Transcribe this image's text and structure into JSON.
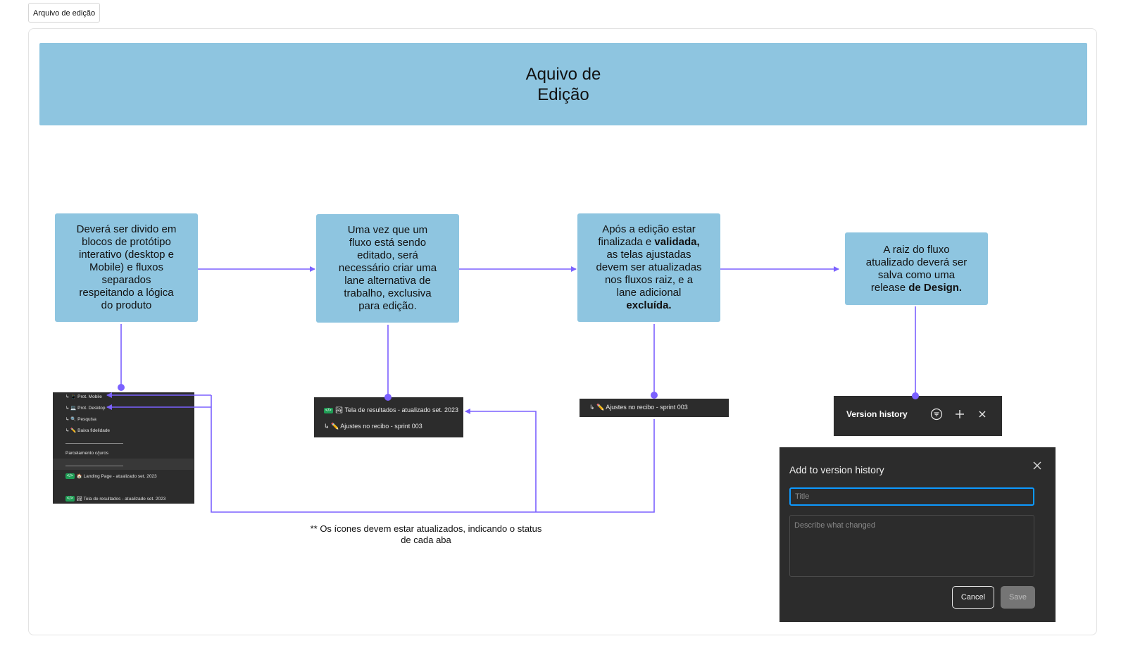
{
  "frame_tab": "Arquivo de edição",
  "header": {
    "title": "Aquivo de Edição"
  },
  "cards": [
    {
      "pre": "Deverá ser divido em blocos de protótipo interativo (desktop e Mobile) e fluxos separados respeitando a lógica do produto",
      "bold1": "",
      "mid": "",
      "bold2": ""
    },
    {
      "pre": "Uma vez que um fluxo está sendo editado, será necessário criar uma lane alternativa de trabalho, exclusiva para edição.",
      "bold1": "",
      "mid": "",
      "bold2": ""
    },
    {
      "pre": "Após a edição estar finalizada e ",
      "bold1": "validada,",
      "mid": " as telas ajustadas devem ser atualizadas nos fluxos raiz, e a lane adicional ",
      "bold2": "excluída."
    },
    {
      "pre": "A raiz do fluxo atualizado deverá ser salva como uma release ",
      "bold1": "de Design.",
      "mid": "",
      "bold2": ""
    }
  ],
  "pages_list": {
    "items": [
      "↳ 📱 Prot. Mobile",
      "↳ 💻 Prot. Desktop",
      "↳ 🔍 Pesquisa",
      "↳ ✏️ Baixa fidelidade",
      "Parcelamento c/juros",
      "🏠 Landing Page  - atualizado set. 2023",
      "🏞 Tela de resultados - atualizado set. 2023"
    ],
    "badge": "</>"
  },
  "lane_list": {
    "items": [
      "🏞 Tela de resultados - atualizado set. 2023",
      "↳ ✏️ Ajustes no recibo - sprint 003"
    ],
    "badge": "</>"
  },
  "lane_single": {
    "item": "↳ ✏️ Ajustes no recibo - sprint 003"
  },
  "note": "** Os ícones devem estar atualizados, indicando o status de cada aba",
  "version_history": {
    "title": "Version history",
    "icons": [
      "filter-icon",
      "plus-icon",
      "close-icon"
    ]
  },
  "dialog": {
    "title": "Add to version history",
    "title_placeholder": "Title",
    "description_placeholder": "Describe what changed",
    "cancel_label": "Cancel",
    "save_label": "Save"
  },
  "colors": {
    "card_fill": "#8ec5e0",
    "connector": "#7b61ff",
    "panel_bg": "#2c2c2c",
    "focus_ring": "#0d99ff"
  }
}
